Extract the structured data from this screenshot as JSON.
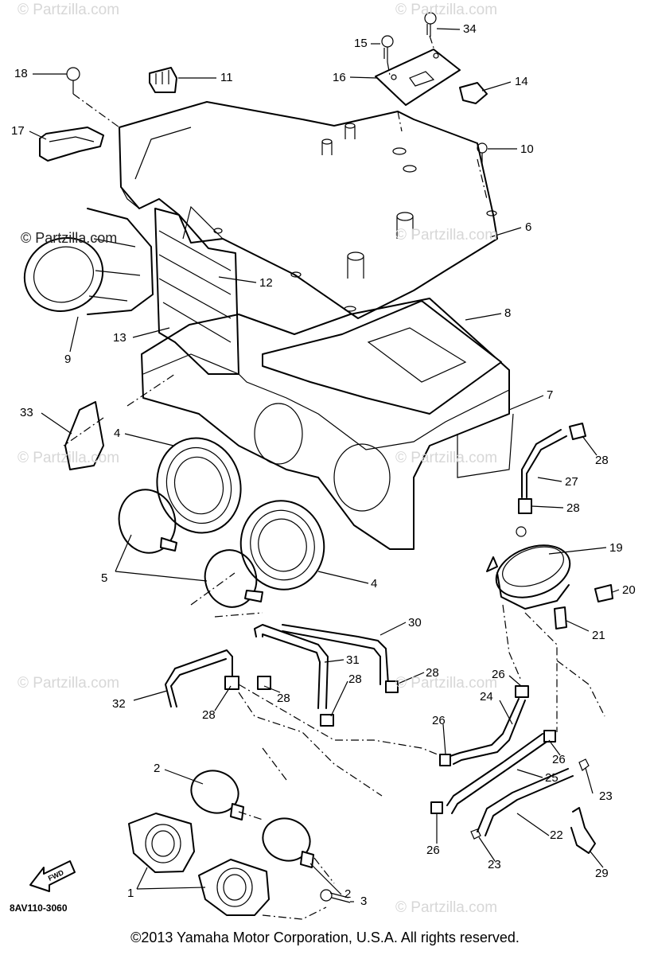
{
  "diagram": {
    "callouts": [
      {
        "id": "c34",
        "text": "34"
      },
      {
        "id": "c15",
        "text": "15"
      },
      {
        "id": "c16",
        "text": "16"
      },
      {
        "id": "c14",
        "text": "14"
      },
      {
        "id": "c18",
        "text": "18"
      },
      {
        "id": "c11",
        "text": "11"
      },
      {
        "id": "c17",
        "text": "17"
      },
      {
        "id": "c10",
        "text": "10"
      },
      {
        "id": "c6",
        "text": "6"
      },
      {
        "id": "c12",
        "text": "12"
      },
      {
        "id": "c9",
        "text": "9"
      },
      {
        "id": "c13",
        "text": "13"
      },
      {
        "id": "c8",
        "text": "8"
      },
      {
        "id": "c7",
        "text": "7"
      },
      {
        "id": "c33",
        "text": "33"
      },
      {
        "id": "c4a",
        "text": "4"
      },
      {
        "id": "c28a",
        "text": "28"
      },
      {
        "id": "c27",
        "text": "27"
      },
      {
        "id": "c28b",
        "text": "28"
      },
      {
        "id": "c5",
        "text": "5"
      },
      {
        "id": "c19",
        "text": "19"
      },
      {
        "id": "c20",
        "text": "20"
      },
      {
        "id": "c4b",
        "text": "4"
      },
      {
        "id": "c21",
        "text": "21"
      },
      {
        "id": "c30",
        "text": "30"
      },
      {
        "id": "c31",
        "text": "31"
      },
      {
        "id": "c28c",
        "text": "28"
      },
      {
        "id": "c28d",
        "text": "28"
      },
      {
        "id": "c26a",
        "text": "26"
      },
      {
        "id": "c32",
        "text": "32"
      },
      {
        "id": "c28e",
        "text": "28"
      },
      {
        "id": "c28f",
        "text": "28"
      },
      {
        "id": "c24",
        "text": "24"
      },
      {
        "id": "c26b",
        "text": "26"
      },
      {
        "id": "c26c",
        "text": "26"
      },
      {
        "id": "c2a",
        "text": "2"
      },
      {
        "id": "c25",
        "text": "25"
      },
      {
        "id": "c23a",
        "text": "23"
      },
      {
        "id": "c22",
        "text": "22"
      },
      {
        "id": "c26d",
        "text": "26"
      },
      {
        "id": "c2b",
        "text": "2"
      },
      {
        "id": "c23b",
        "text": "23"
      },
      {
        "id": "c29",
        "text": "29"
      },
      {
        "id": "c1",
        "text": "1"
      },
      {
        "id": "c3",
        "text": "3"
      }
    ],
    "fwd_label": "FWD",
    "diagram_code": "8AV110-3060",
    "watermark": "© Partzilla.com",
    "copyright": "©2013 Yamaha Motor Corporation, U.S.A. All rights reserved."
  }
}
